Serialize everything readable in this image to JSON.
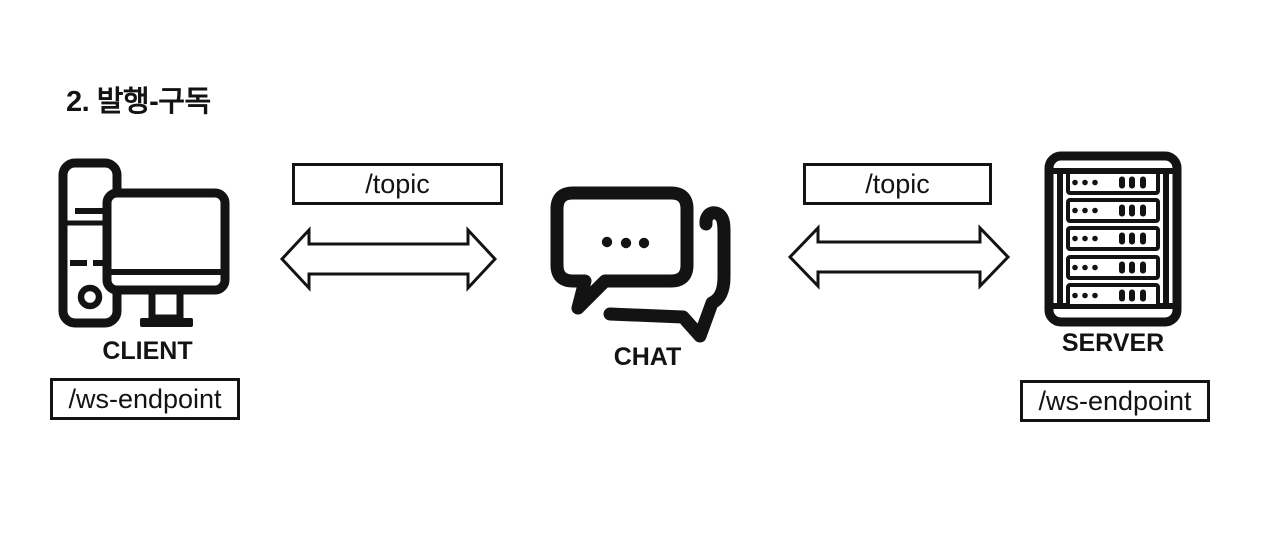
{
  "colors": {
    "ink": "#131313",
    "background": "#ffffff"
  },
  "title": "2. 발행-구독",
  "diagram": {
    "client": {
      "label": "CLIENT",
      "endpoint": "/ws-endpoint",
      "icon": "desktop-computer"
    },
    "chat": {
      "label": "CHAT",
      "icon": "chat-bubbles"
    },
    "server": {
      "label": "SERVER",
      "endpoint": "/ws-endpoint",
      "icon": "server-rack"
    },
    "links": [
      {
        "from": "CLIENT",
        "to": "CHAT",
        "label": "/topic",
        "direction": "bidirectional"
      },
      {
        "from": "CHAT",
        "to": "SERVER",
        "label": "/topic",
        "direction": "bidirectional"
      }
    ]
  }
}
